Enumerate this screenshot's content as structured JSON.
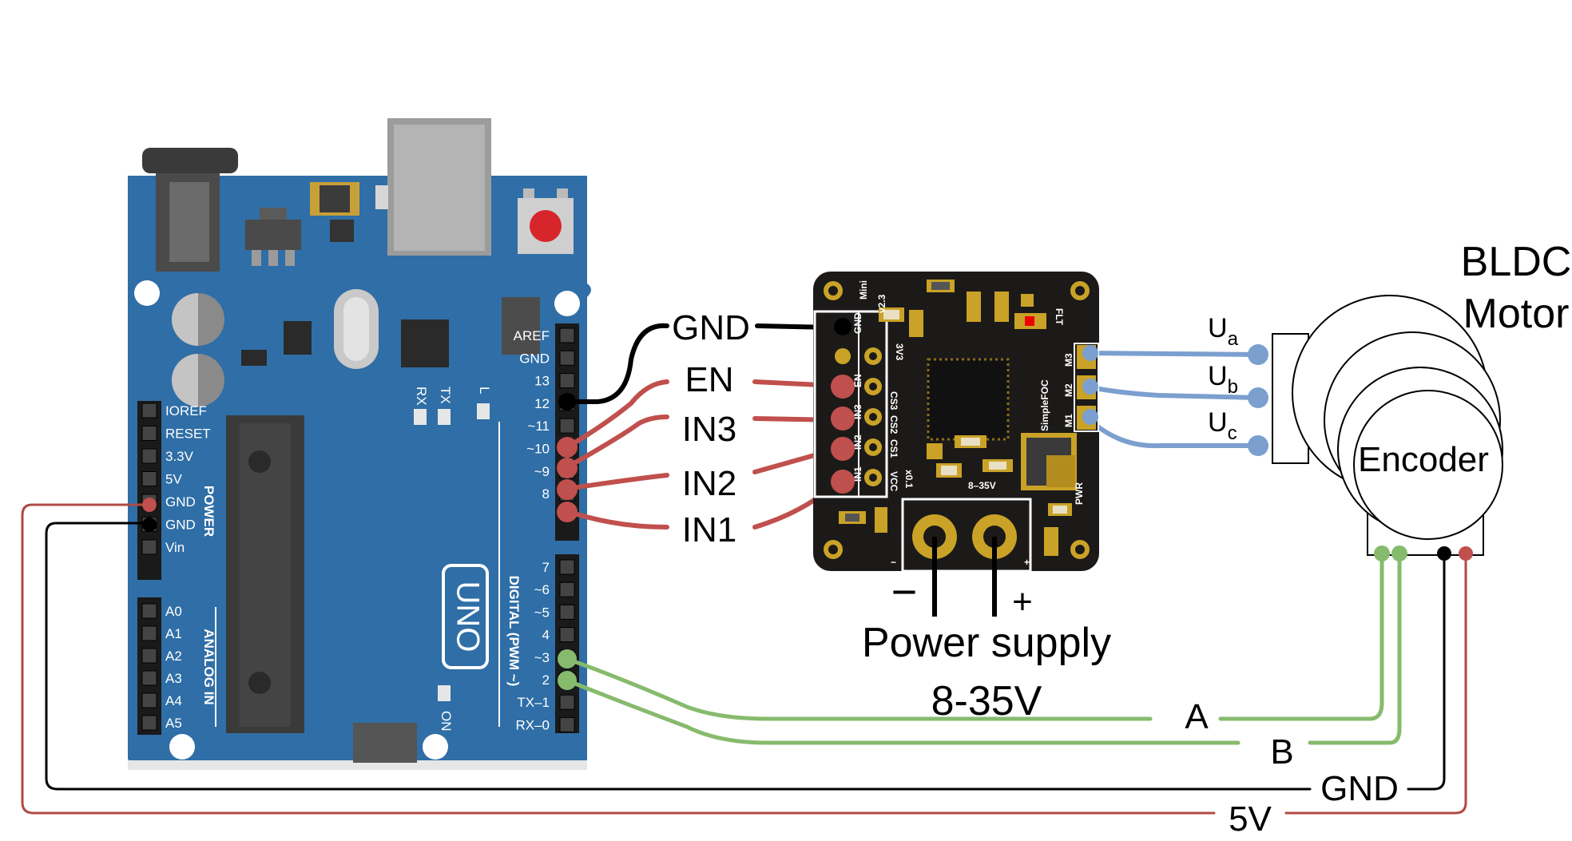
{
  "arduino": {
    "model": "UNO",
    "power_header": [
      "IOREF",
      "RESET",
      "3.3V",
      "5V",
      "GND",
      "GND",
      "Vin"
    ],
    "power_title": "POWER",
    "analog_header": [
      "A0",
      "A1",
      "A2",
      "A3",
      "A4",
      "A5"
    ],
    "analog_title": "ANALOG IN",
    "digital_top": [
      "AREF",
      "GND",
      "13",
      "12",
      "~11",
      "~10",
      "~9",
      "8"
    ],
    "digital_bottom": [
      "7",
      "~6",
      "~5",
      "4",
      "~3",
      "2",
      "TX–1",
      "RX–0"
    ],
    "digital_title": "DIGITAL (PWM ~)",
    "led_labels": {
      "rx": "RX",
      "tx": "TX",
      "l": "L",
      "on": "ON"
    }
  },
  "driver": {
    "name": "SimpleFOC",
    "model": "Mini",
    "version": "v2.3",
    "pin_labels": [
      "GND",
      "EN",
      "IN3",
      "IN2",
      "IN1"
    ],
    "silk": {
      "flt": "FLT",
      "v33": "3V3",
      "cs3": "CS3",
      "cs2": "CS2",
      "cs1": "CS1",
      "vcc": "VCC",
      "x01": "x0.1",
      "range": "8–35V",
      "pwr": "PWR",
      "m1": "M1",
      "m2": "M2",
      "m3": "M3"
    },
    "minus_sign": "−",
    "plus_sign": "+"
  },
  "wires": {
    "gnd": "GND",
    "en": "EN",
    "in3": "IN3",
    "in2": "IN2",
    "in1": "IN1",
    "encoder_a": "A",
    "encoder_b": "B",
    "encoder_gnd": "GND",
    "encoder_5v": "5V"
  },
  "power_supply": {
    "minus": "−",
    "plus": "+",
    "line1": "Power supply",
    "line2": "8-35V"
  },
  "motor": {
    "title_line1": "BLDC",
    "title_line2": "Motor",
    "encoder": "Encoder",
    "phase_a": "U",
    "phase_a_sub": "a",
    "phase_b": "U",
    "phase_b_sub": "b",
    "phase_c": "U",
    "phase_c_sub": "c"
  },
  "colors": {
    "board_blue": "#2f6ea6",
    "pcb_black": "#1c1a18",
    "wire_red": "#c0504d",
    "wire_black": "#000000",
    "wire_green": "#86bb6d",
    "wire_blue": "#7b9fcf",
    "pad_gold": "#c9a227"
  }
}
